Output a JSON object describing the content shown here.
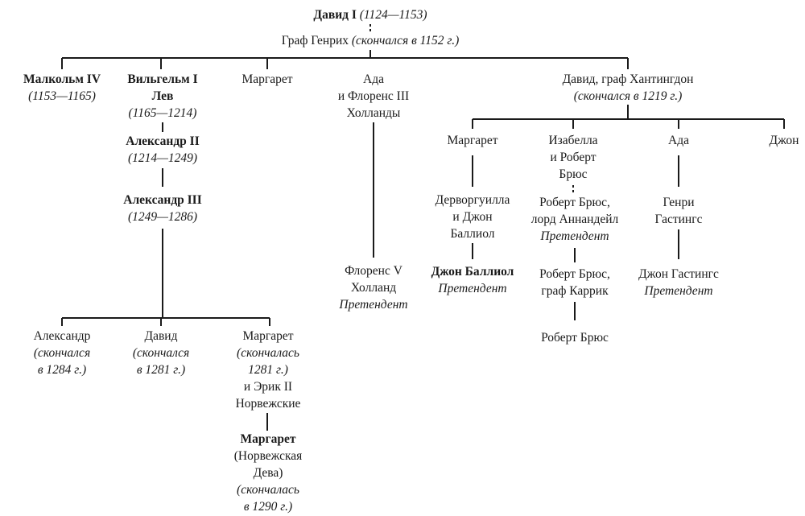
{
  "nodes": {
    "david1": {
      "name": "Давид I",
      "dates": "(1124—1153)"
    },
    "henry": {
      "name": "Граф Генрих",
      "note": "(скончался в 1152 г.)"
    },
    "malcolm4": {
      "name": "Малкольм IV",
      "dates": "(1153—1165)"
    },
    "william1": {
      "name1": "Вильгельм I",
      "name2": "Лев",
      "dates": "(1165—1214)"
    },
    "alexander2": {
      "name": "Александр II",
      "dates": "(1214—1249)"
    },
    "alexander3": {
      "name": "Александр III",
      "dates": "(1249—1286)"
    },
    "margaret_a": {
      "name": "Маргарет"
    },
    "ada_a": {
      "line1": "Ада",
      "line2": "и Флоренс III",
      "line3": "Холланды"
    },
    "floris5": {
      "line1": "Флоренс V",
      "line2": "Холланд",
      "role": "Претендент"
    },
    "david_h": {
      "name": "Давид, граф Хантингдон",
      "note": "(скончался в 1219 г.)"
    },
    "margaret_b": {
      "name": "Маргарет"
    },
    "isabella": {
      "line1": "Изабелла",
      "line2": "и Роберт",
      "line3": "Брюс"
    },
    "ada_b": {
      "name": "Ада"
    },
    "john_h": {
      "name": "Джон"
    },
    "dervorguilla": {
      "line1": "Дерворгуилла",
      "line2": "и Джон",
      "line3": "Баллиол"
    },
    "john_balliol": {
      "name": "Джон Баллиол",
      "role": "Претендент"
    },
    "rb_annandale": {
      "line1": "Роберт Брюс,",
      "line2": "лорд Аннандейл",
      "role": "Претендент"
    },
    "rb_carrick": {
      "line1": "Роберт Брюс,",
      "line2": "граф Каррик"
    },
    "rb_king": {
      "name": "Роберт Брюс"
    },
    "henry_hastings": {
      "line1": "Генри",
      "line2": "Гастингс"
    },
    "john_hastings": {
      "name": "Джон Гастингс",
      "role": "Претендент"
    },
    "alexander_son": {
      "name": "Александр",
      "note1": "(скончался",
      "note2": "в 1284 г.)"
    },
    "david_son": {
      "name": "Давид",
      "note1": "(скончался",
      "note2": "в 1281 г.)"
    },
    "margaret_c": {
      "name": "Маргарет",
      "note1": "(скончалась",
      "note2": "1281 г.)",
      "line4": "и Эрик II",
      "line5": "Норвежские"
    },
    "maid": {
      "name": "Маргарет",
      "line2": "(Норвежская",
      "line3": "Дева)",
      "note1": "(скончалась",
      "note2": "в 1290 г.)"
    }
  }
}
